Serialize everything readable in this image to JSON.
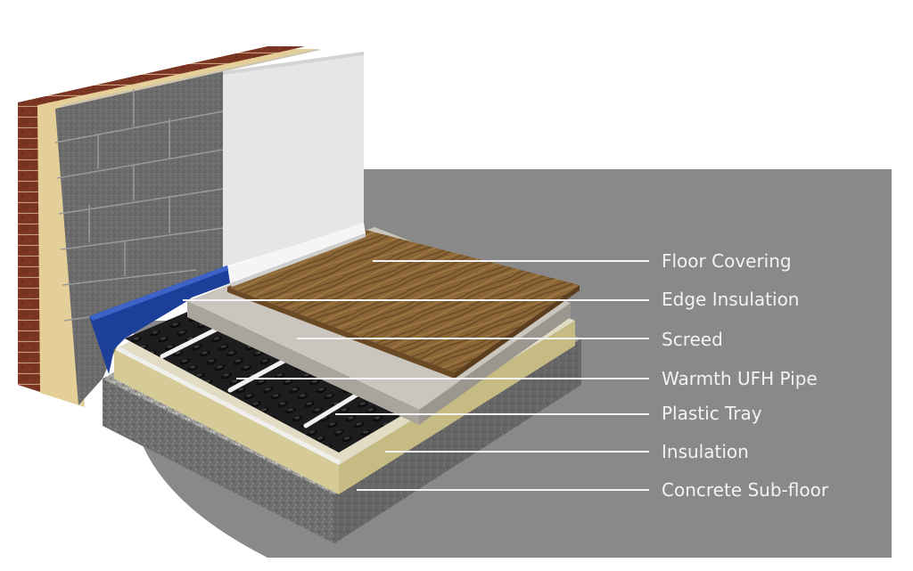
{
  "colors": {
    "panel": "#8a8989",
    "leader": "#f4f4f4",
    "label_text": "#f2f2f2",
    "brick": "#7a3422",
    "cavity_insulation": "#e3cf97",
    "block": "#6e6e6e",
    "plaster": "#e4e6e8",
    "skirting": "#f4f4f4",
    "edge_insulation": "#1c3f99",
    "floor_wood": "#8a6536",
    "screed": "#c9c4bb",
    "pipe": "#f2f2f2",
    "tray": "#1b1b1b",
    "insulation_board": "#d8cd9b",
    "foil": "#e8e8e6",
    "concrete": "#707070"
  },
  "labels": [
    {
      "id": "floor-covering",
      "text": "Floor Covering"
    },
    {
      "id": "edge-insulation",
      "text": "Edge Insulation"
    },
    {
      "id": "screed",
      "text": "Screed"
    },
    {
      "id": "warmth-ufh-pipe",
      "text": "Warmth UFH Pipe"
    },
    {
      "id": "plastic-tray",
      "text": "Plastic Tray"
    },
    {
      "id": "insulation",
      "text": "Insulation"
    },
    {
      "id": "concrete-sub-floor",
      "text": "Concrete Sub-floor"
    }
  ]
}
